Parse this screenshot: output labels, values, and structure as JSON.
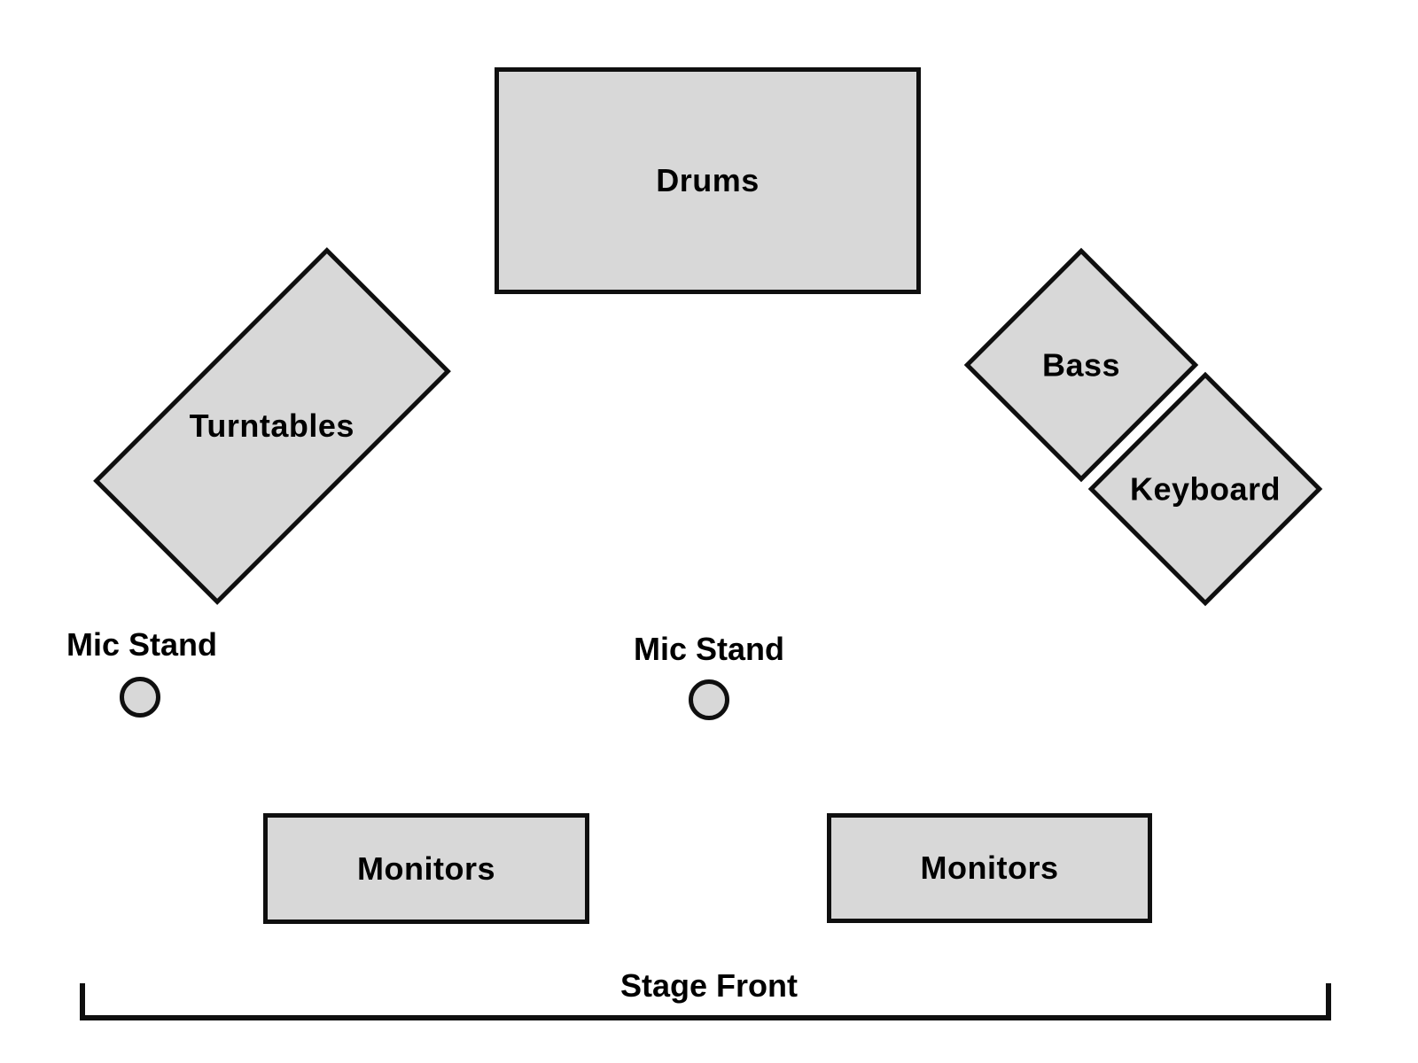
{
  "theme": {
    "background": "#ffffff",
    "shape_fill": "#d8d8d8",
    "shape_border": "#0f0f0f",
    "text_color": "#000000"
  },
  "stage": {
    "drums": {
      "label": "Drums"
    },
    "turntables": {
      "label": "Turntables"
    },
    "bass": {
      "label": "Bass"
    },
    "keyboard": {
      "label": "Keyboard"
    },
    "mic_stand_left": {
      "label": "Mic Stand"
    },
    "mic_stand_center": {
      "label": "Mic Stand"
    },
    "monitors_left": {
      "label": "Monitors"
    },
    "monitors_right": {
      "label": "Monitors"
    },
    "stage_front": {
      "label": "Stage Front"
    }
  }
}
